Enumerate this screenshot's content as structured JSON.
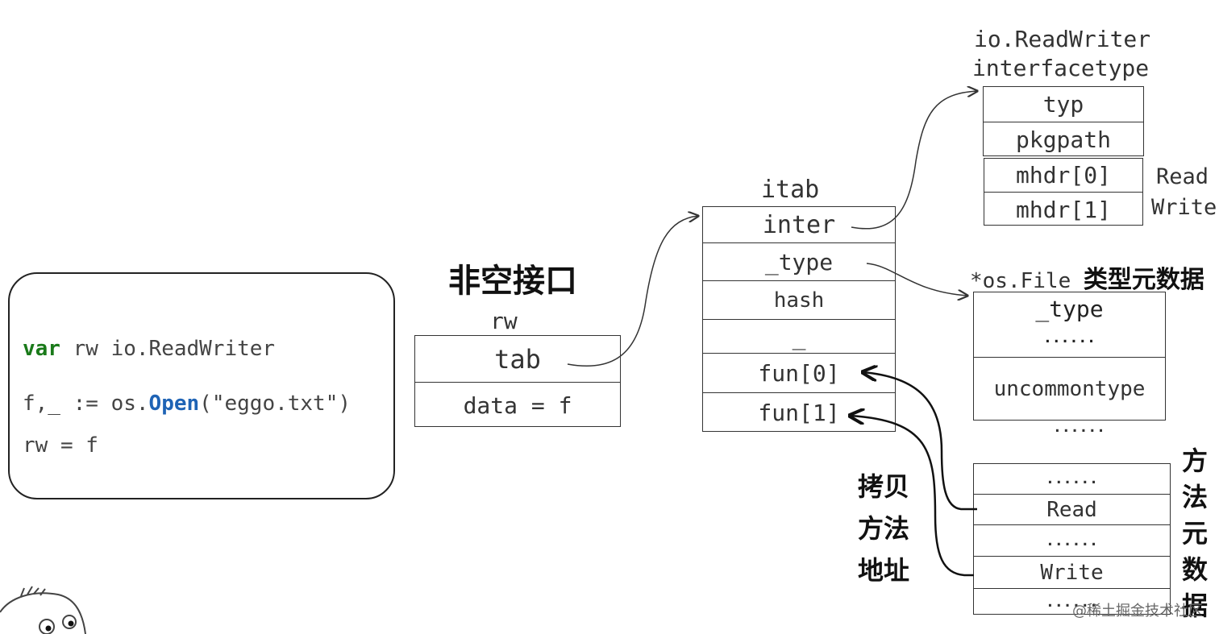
{
  "code": {
    "line1_kw": "var",
    "line1_rest": " rw io.ReadWriter",
    "line2_pre": "f,_ := os.",
    "line2_fn": "Open",
    "line2_post": "(\"eggo.txt\")",
    "line3": "rw = f"
  },
  "iface": {
    "title": "非空接口",
    "name": "rw",
    "fields": [
      "tab",
      "data = f"
    ]
  },
  "itab": {
    "name": "itab",
    "fields": [
      "inter",
      "_type",
      "hash",
      "_",
      "fun[0]",
      "fun[1]"
    ]
  },
  "interfacetype": {
    "title_line1": "io.ReadWriter",
    "title_line2": "interfacetype",
    "fields": [
      "typ",
      "pkgpath",
      "mhdr[0]",
      "mhdr[1]"
    ],
    "method_labels": [
      "Read",
      "Write"
    ]
  },
  "typemeta": {
    "title_prefix": "*os.File",
    "title_cn": "类型元数据",
    "fields": [
      "_type",
      "......",
      "uncommontype"
    ],
    "below": "......"
  },
  "methods": {
    "fields": [
      "......",
      "Read",
      "......",
      "Write",
      "......"
    ],
    "side_label": [
      "方",
      "法",
      "元",
      "数",
      "据"
    ]
  },
  "copy_label": [
    "拷贝",
    "方法",
    "地址"
  ],
  "watermark": "@稀土掘金技术社区"
}
